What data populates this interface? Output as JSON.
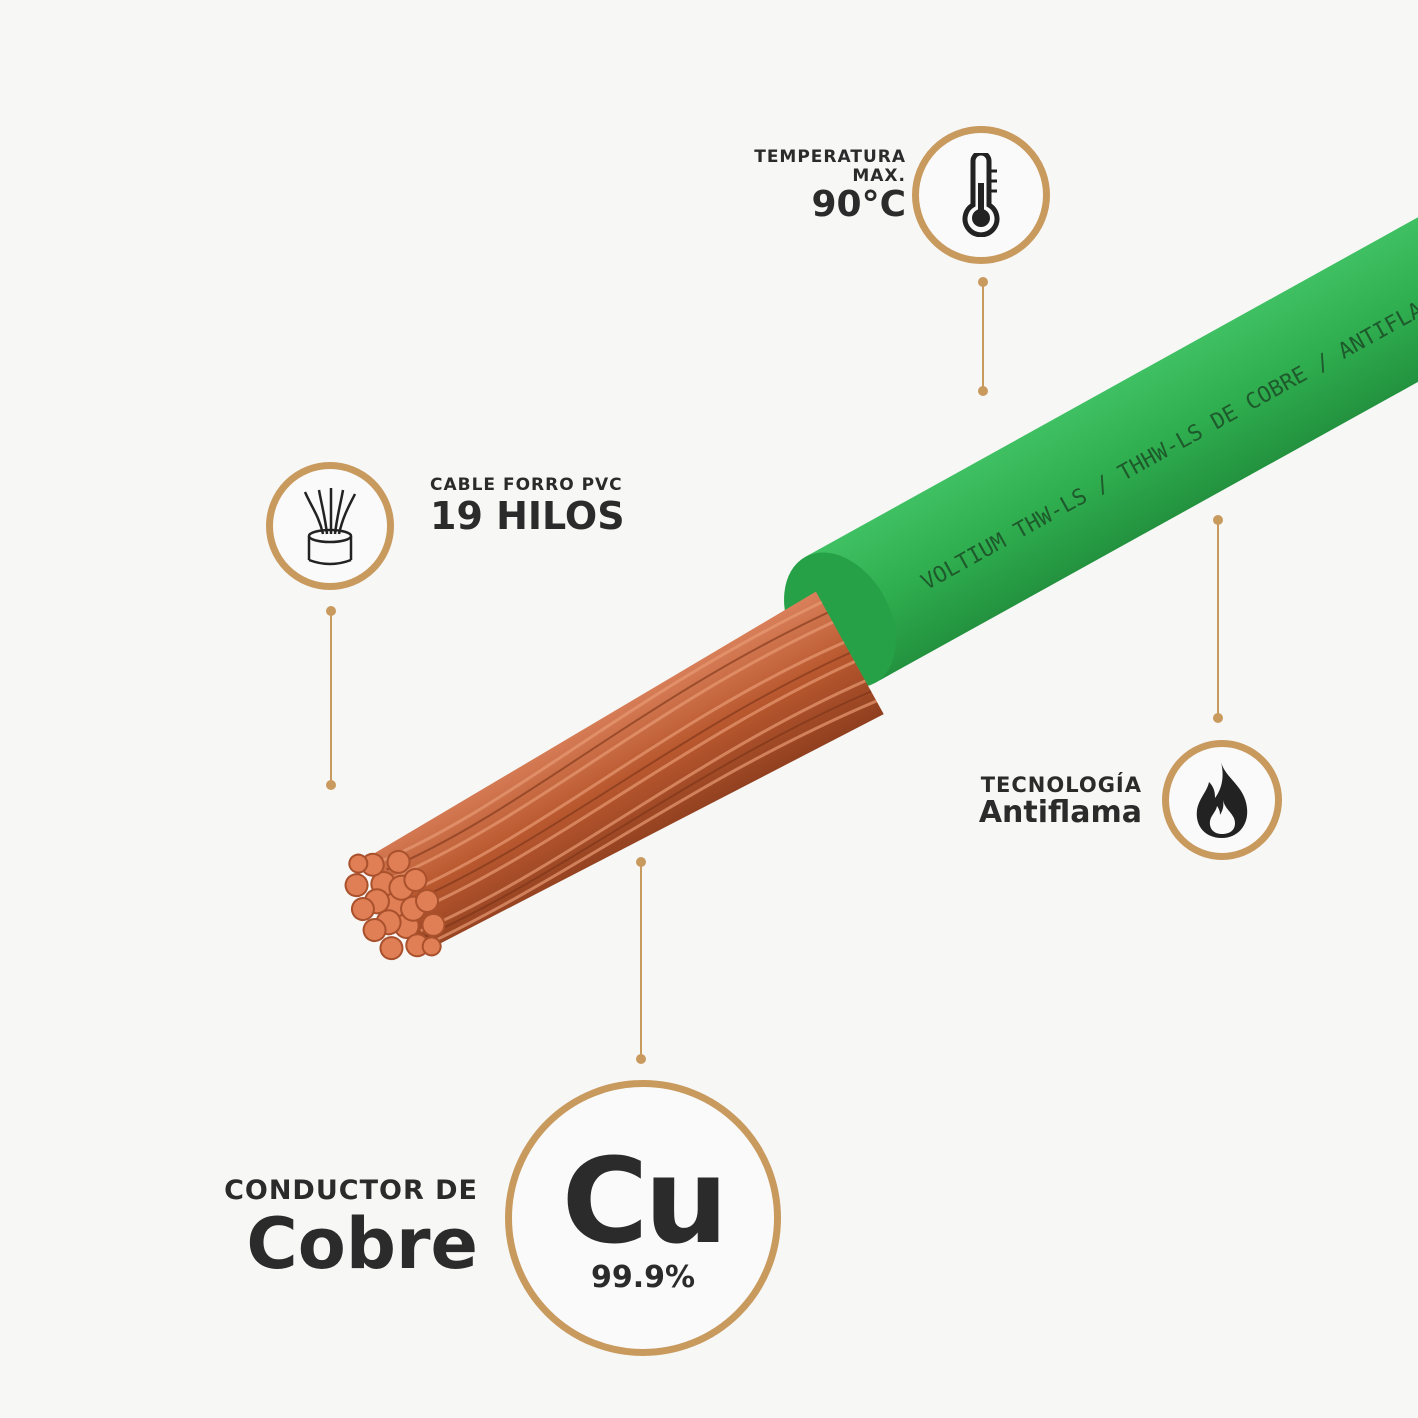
{
  "features": {
    "temperature": {
      "line1": "TEMPERATURA",
      "line2": "MAX.",
      "value": "90°C",
      "icon": "thermometer-icon"
    },
    "strands": {
      "line1": "CABLE FORRO PVC",
      "line2": "19 HILOS",
      "icon": "cable-strands-icon"
    },
    "flame": {
      "line1": "TECNOLOGÍA",
      "line2": "Antiflama",
      "icon": "flame-icon"
    },
    "conductor": {
      "line1": "CONDUCTOR DE",
      "line2": "Cobre",
      "symbol": "Cu",
      "purity": "99.9%"
    }
  },
  "cable": {
    "printed_text": "VOLTIUM THW-LS / THHW-LS DE COBRE / ANTIFLAMA",
    "jacket_color": "#2fae4f",
    "copper_color": "#c2643a"
  },
  "colors": {
    "accent": "#c99a5e",
    "text": "#2b2b2b",
    "background": "#f7f7f6"
  }
}
